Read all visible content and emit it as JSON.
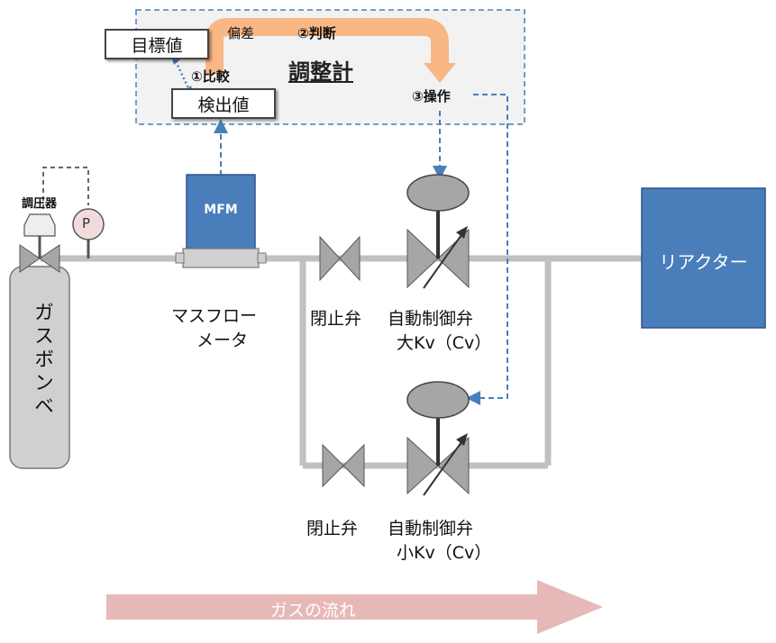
{
  "controller": {
    "title": "調整計",
    "target_value": "目標値",
    "detected_value": "検出値",
    "deviation": "偏差",
    "step1_compare": "①比較",
    "step2_judge": "②判断",
    "step3_operate": "③操作"
  },
  "regulator": {
    "label": "調圧器",
    "gauge_symbol": "P"
  },
  "cylinder": {
    "label": "ガスボンベ"
  },
  "mfm": {
    "display": "MFM",
    "label_line1": "マスフロー",
    "label_line2": "メータ"
  },
  "upper_line": {
    "shutoff_valve": "閉止弁",
    "control_valve_line1": "自動制御弁",
    "control_valve_line2": "大Kv（Cv）"
  },
  "lower_line": {
    "shutoff_valve": "閉止弁",
    "control_valve_line1": "自動制御弁",
    "control_valve_line2": "小Kv（Cv）"
  },
  "reactor": {
    "label": "リアクター"
  },
  "flow_arrow": {
    "label": "ガスの流れ"
  },
  "colors": {
    "blue": "#4a7ebb",
    "pipe": "#c0c0c0",
    "valve_gray": "#a6a6a6",
    "orange": "#f9b785",
    "pink_arrow": "#e6b9b8",
    "dashed_line": "#4a7ebb",
    "controller_bg": "#f2f2f2"
  }
}
